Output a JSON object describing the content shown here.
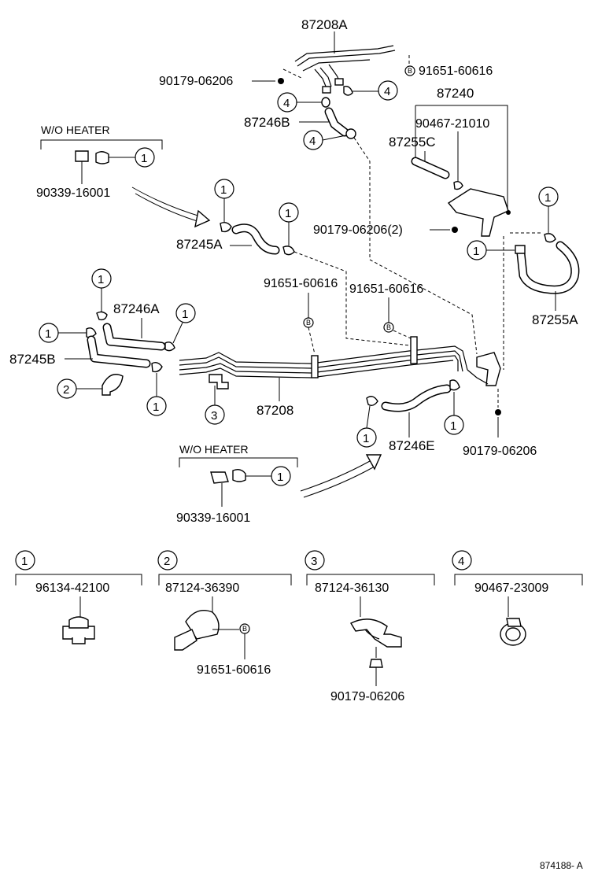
{
  "labels": {
    "p87208A": "87208A",
    "p90179_a": "90179-06206",
    "p91651_a": "91651-60616",
    "p87240": "87240",
    "p87246B": "87246B",
    "p90467_21010": "90467-21010",
    "p87255C": "87255C",
    "woheater_top": "W/O HEATER",
    "p90339_top": "90339-16001",
    "p87245A": "87245A",
    "p90179_2": "90179-06206(2)",
    "p91651_b": "91651-60616",
    "p91651_c": "91651-60616",
    "p87246A": "87246A",
    "p87245B": "87245B",
    "p87255A": "87255A",
    "p87208": "87208",
    "p87246E": "87246E",
    "p90179_b": "90179-06206",
    "woheater_bot": "W/O HEATER",
    "p90339_bot": "90339-16001",
    "figure_code": "874188- A"
  },
  "callouts": {
    "one": "1",
    "two": "2",
    "three": "3",
    "four": "4",
    "b": "B"
  },
  "legend": [
    {
      "key": "1",
      "part": "96134-42100",
      "extra": ""
    },
    {
      "key": "2",
      "part": "87124-36390",
      "extra": "91651-60616"
    },
    {
      "key": "3",
      "part": "87124-36130",
      "extra": "90179-06206"
    },
    {
      "key": "4",
      "part": "90467-23009",
      "extra": ""
    }
  ]
}
